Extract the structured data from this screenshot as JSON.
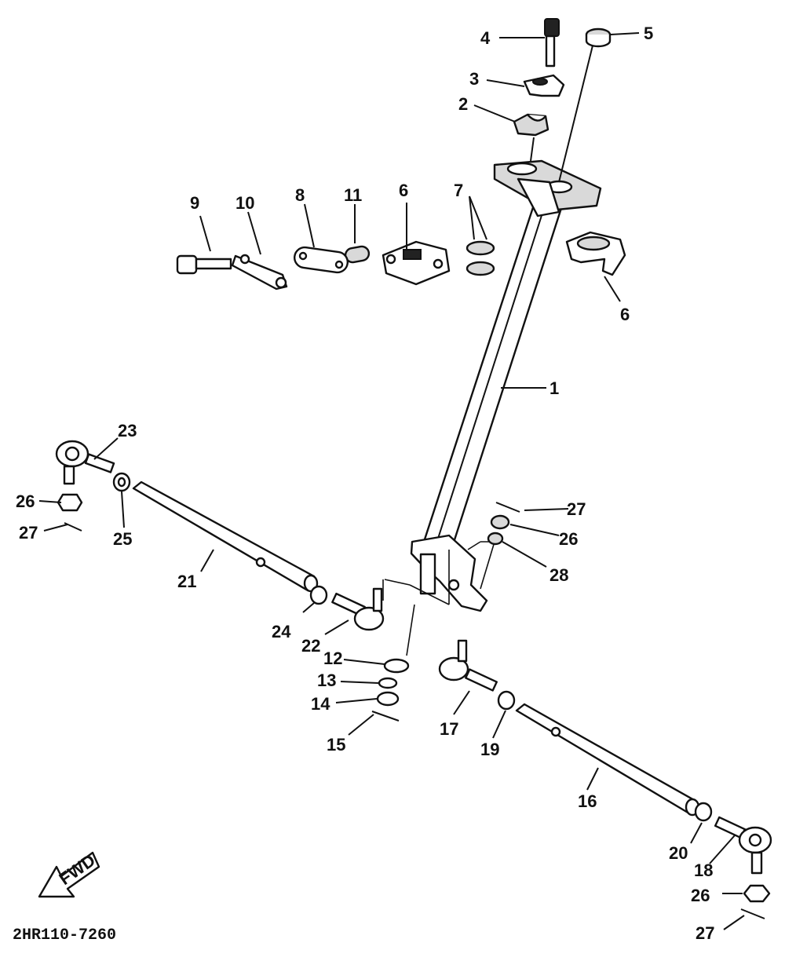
{
  "diagram_code": "2HR110-7260",
  "fwd_label": "FWD",
  "callouts": {
    "p1": "1",
    "p2": "2",
    "p3": "3",
    "p4": "4",
    "p5": "5",
    "p6a": "6",
    "p6b": "6",
    "p7": "7",
    "p8": "8",
    "p9": "9",
    "p10": "10",
    "p11": "11",
    "p12": "12",
    "p13": "13",
    "p14": "14",
    "p15": "15",
    "p16": "16",
    "p17": "17",
    "p18": "18",
    "p19": "19",
    "p20": "20",
    "p21": "21",
    "p22": "22",
    "p23": "23",
    "p24": "24",
    "p25": "25",
    "p26a": "26",
    "p26b": "26",
    "p26c": "26",
    "p27a": "27",
    "p27b": "27",
    "p27c": "27",
    "p28": "28"
  }
}
